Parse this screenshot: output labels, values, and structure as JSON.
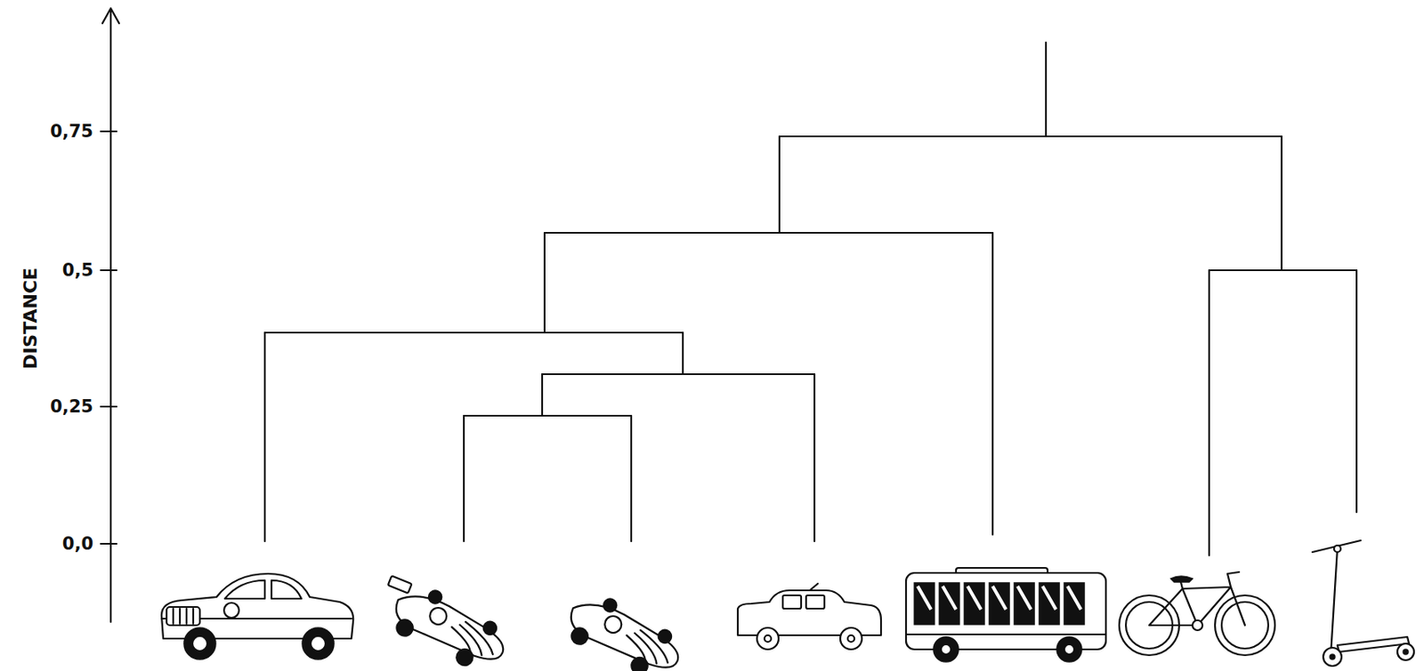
{
  "diagram": {
    "labels": [
      "0,75",
      "0,5",
      "0,25",
      "0,0",
      "DISTANCE"
    ]
  }
}
